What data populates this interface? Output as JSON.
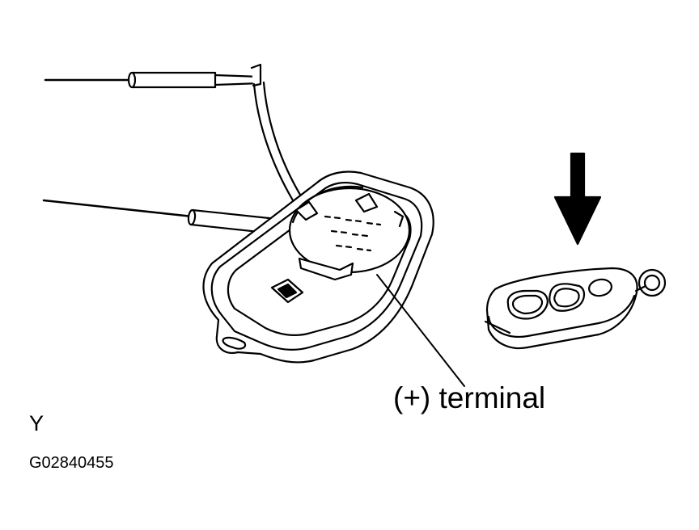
{
  "labels": {
    "terminal": "(+) terminal",
    "letter": "Y",
    "figure_code": "G02840455"
  },
  "colors": {
    "ink": "#000000",
    "paper": "#ffffff"
  },
  "icons": {
    "arrow": "down-arrow-icon"
  }
}
